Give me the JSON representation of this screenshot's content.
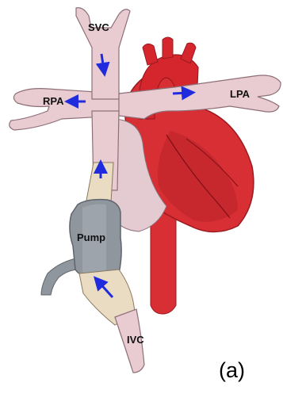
{
  "labels": {
    "svc": "SVC",
    "rpa": "RPA",
    "lpa": "LPA",
    "pump": "Pump",
    "ivc": "IVC"
  },
  "caption": "(a)",
  "colors": {
    "vessel": "#e9cbd2",
    "vessel_outline": "#8e6f77",
    "heart": "#d82f35",
    "heart_dark": "#a3191f",
    "pump_body": "#8f969e",
    "pump_dark": "#5d646b",
    "graft": "#eadcc3",
    "arrow": "#1f2bdc"
  },
  "icons": [
    "flow-arrow-icon"
  ]
}
